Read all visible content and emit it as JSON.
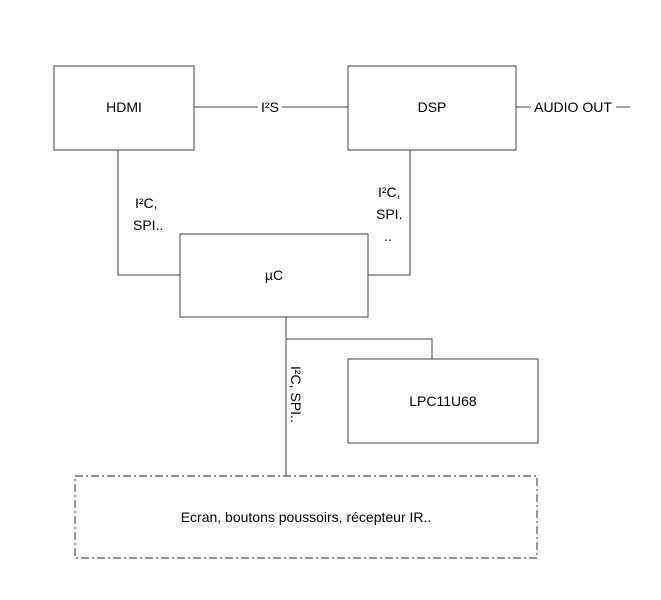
{
  "blocks": {
    "hdmi": "HDMI",
    "dsp": "DSP",
    "uc": "µC",
    "lpc": "LPC11U68",
    "peripherals": "Ecran, boutons poussoirs, récepteur IR.."
  },
  "links": {
    "hdmi_dsp": "I²S",
    "audio_out": "AUDIO OUT",
    "hdmi_uc_line1": "I²C,",
    "hdmi_uc_line2": "SPI..",
    "dsp_uc_line1": "I²C,",
    "dsp_uc_line2": "SPI.",
    "dsp_uc_line3": "..",
    "uc_peripherals": "I²C, SPI.."
  }
}
